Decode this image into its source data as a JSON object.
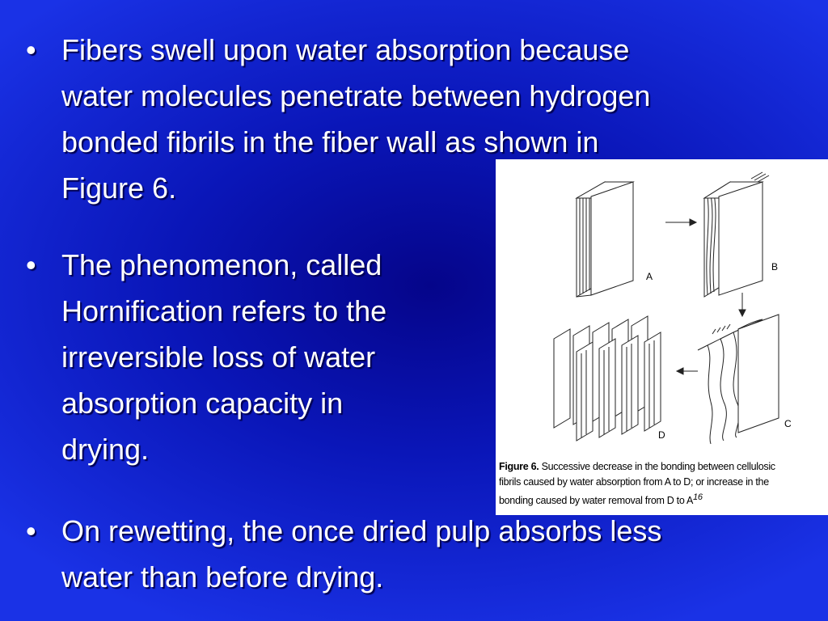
{
  "bullets": [
    {
      "marker": "•",
      "lines": [
        "Fibers swell upon water absorption because",
        "water molecules penetrate between hydrogen",
        "bonded fibrils in the fiber wall as shown in",
        "Figure 6."
      ]
    },
    {
      "marker": "•",
      "lines": [
        "The phenomenon, called",
        "Hornification refers to the",
        "irreversible loss of water",
        "absorption capacity in",
        "drying."
      ]
    },
    {
      "marker": "•",
      "lines": [
        "On rewetting, the once dried pulp absorbs less",
        "water than before drying."
      ]
    }
  ],
  "figure": {
    "panel_labels": [
      "A",
      "B",
      "C",
      "D"
    ],
    "caption": {
      "label": "Figure 6.",
      "lines": [
        "Successive decrease in the bonding between cellulosic",
        "fibrils caused by water absorption from A to D; or increase in the",
        "bonding caused by water removal from D to A"
      ],
      "reference": "16"
    }
  }
}
